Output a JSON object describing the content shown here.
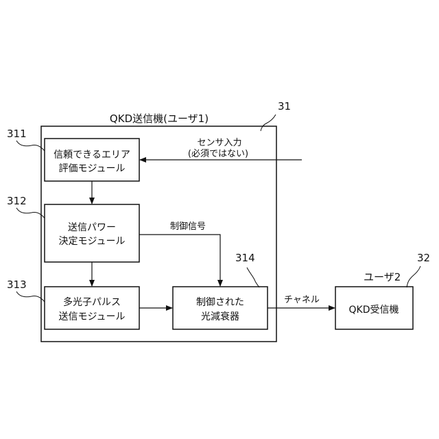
{
  "transmitter": {
    "title": "QKD送信機(ユーザ1)",
    "ref": "31"
  },
  "receiver": {
    "user_label": "ユーザ2",
    "ref": "32",
    "label": "QKD受信機"
  },
  "modules": {
    "reliable_area": {
      "ref": "311",
      "line1": "信頼できるエリア",
      "line2": "評価モジュール"
    },
    "power_decision": {
      "ref": "312",
      "line1": "送信パワー",
      "line2": "決定モジュール"
    },
    "multi_photon": {
      "ref": "313",
      "line1": "多光子パルス",
      "line2": "送信モジュール"
    },
    "attenuator": {
      "ref": "314",
      "line1": "制御された",
      "line2": "光減衰器"
    }
  },
  "signals": {
    "sensor_line1": "センサ入力",
    "sensor_line2": "(必須ではない)",
    "control": "制御信号",
    "channel": "チャネル"
  }
}
